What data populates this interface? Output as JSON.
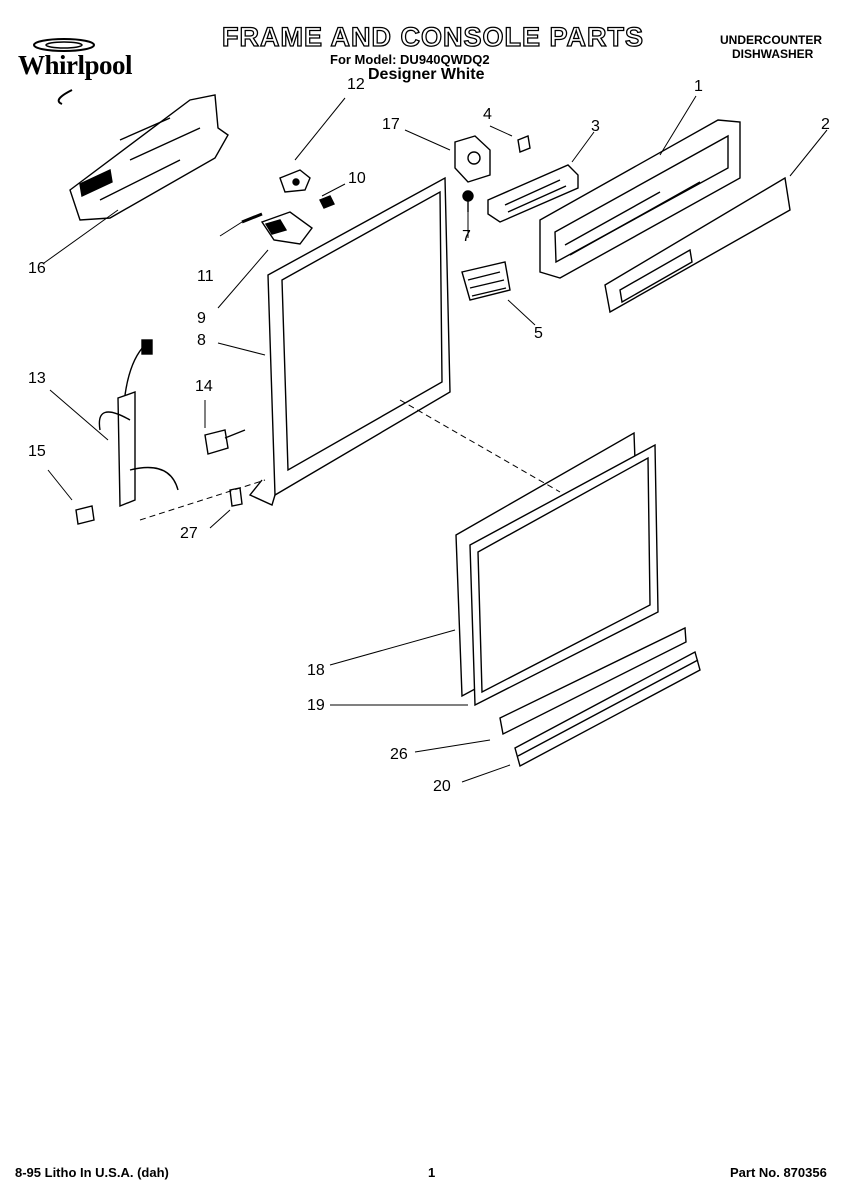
{
  "brand": {
    "name": "Whirlpool"
  },
  "header": {
    "title": "FRAME AND CONSOLE PARTS",
    "model_line": "For Model: DU940QWDQ2",
    "color_line": "Designer White",
    "product_line1": "UNDERCOUNTER",
    "product_line2": "DISHWASHER"
  },
  "callouts": [
    "1",
    "2",
    "3",
    "4",
    "5",
    "7",
    "8",
    "9",
    "10",
    "11",
    "12",
    "13",
    "14",
    "15",
    "16",
    "17",
    "18",
    "19",
    "20",
    "26",
    "27"
  ],
  "footer": {
    "litho": "8-95 Litho In U.S.A. (dah)",
    "page": "1",
    "part_no": "Part No. 870356"
  }
}
